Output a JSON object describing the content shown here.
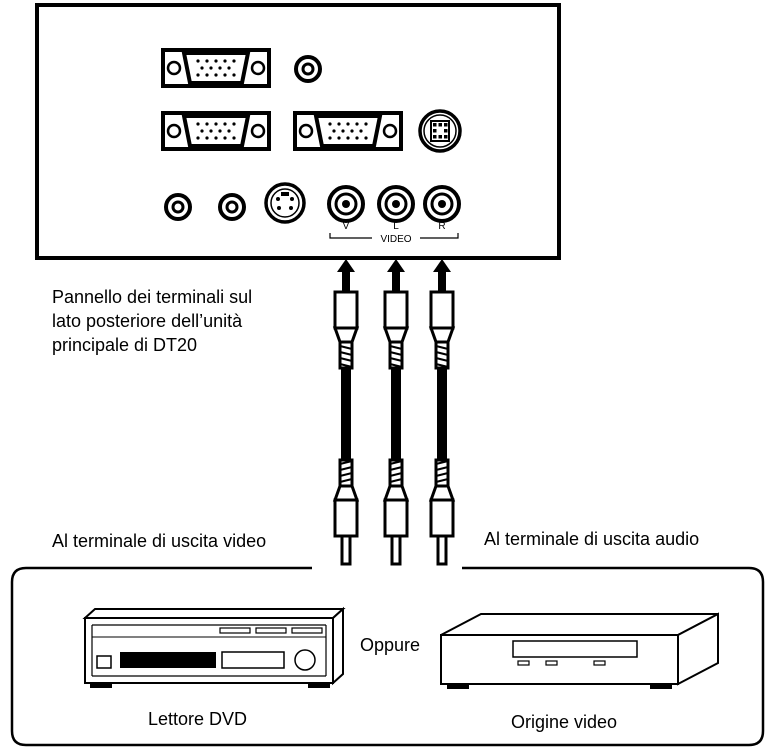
{
  "panel_caption": [
    "Pannello dei terminali sul",
    "lato posteriore dell’unità",
    "principale di DT20"
  ],
  "jack_labels": {
    "v": "V",
    "l": "L",
    "r": "R",
    "group": "VIDEO"
  },
  "video_output_label": "Al terminale di uscita video",
  "audio_output_label": "Al terminale di uscita audio",
  "or_label": "Oppure",
  "devices": {
    "dvd": "Lettore DVD",
    "video": "Origine video"
  }
}
